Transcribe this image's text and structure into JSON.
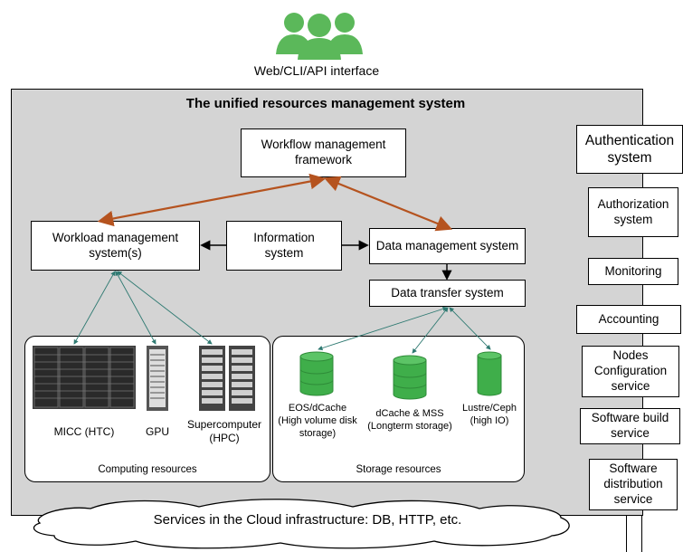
{
  "users": {
    "icon": "users-group-icon",
    "color": "#5bb85a",
    "caption": "Web/CLI/API interface"
  },
  "main": {
    "title": "The unified resources management system",
    "workflow": "Workflow management framework",
    "workload": "Workload management system(s)",
    "information": "Information system",
    "data_mgmt": "Data management system",
    "data_transfer": "Data transfer system"
  },
  "computing": {
    "title": "Computing resources",
    "items": [
      "MICC (HTC)",
      "GPU",
      "Supercomputer (HPC)"
    ]
  },
  "storage": {
    "title": "Storage resources",
    "items": [
      "EOS/dCache (High volume disk storage)",
      "dCache & MSS (Longterm storage)",
      "Lustre/Ceph (high IO)"
    ]
  },
  "side": [
    "Authentication system",
    "Authorization system",
    "Monitoring",
    "Accounting",
    "Nodes Configuration service",
    "Software build service",
    "Software distribution service"
  ],
  "cloud": "Services in the Cloud infrastructure: DB, HTTP, etc.",
  "colors": {
    "panel": "#d4d4d4",
    "orange_arrow": "#b5531f",
    "teal_arrow": "#2f7a72",
    "db": "#3fae4a"
  }
}
